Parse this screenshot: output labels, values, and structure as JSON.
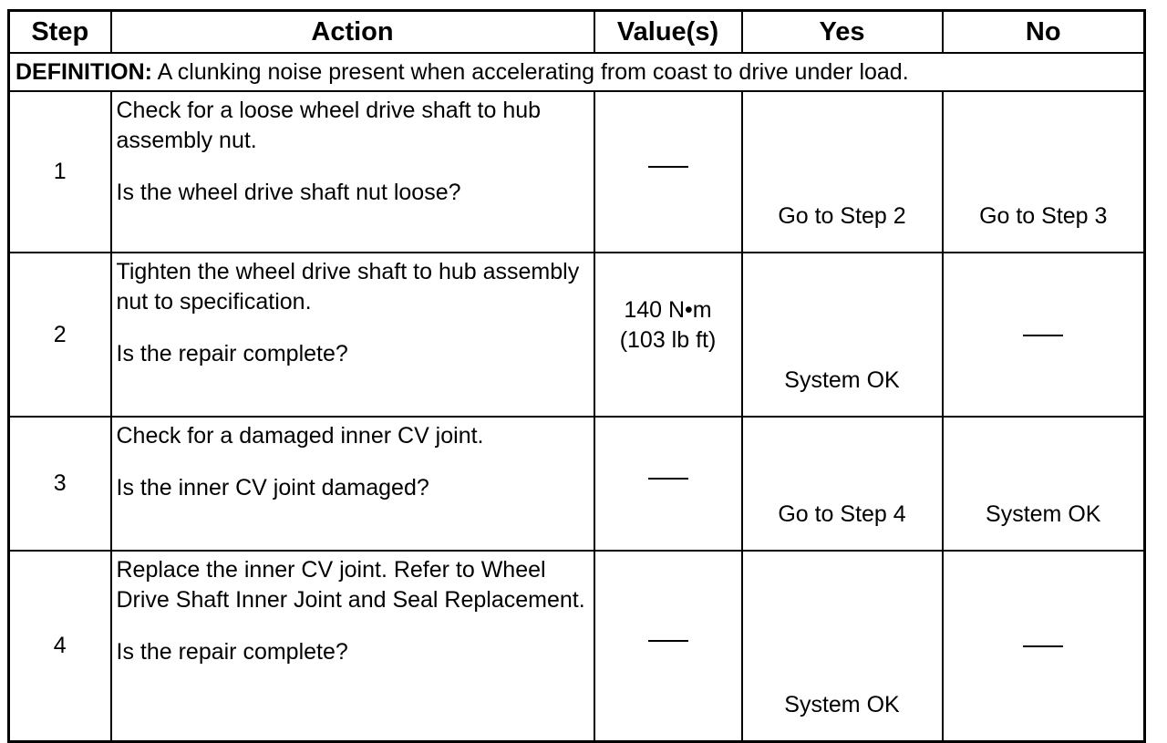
{
  "headers": {
    "step": "Step",
    "action": "Action",
    "values": "Value(s)",
    "yes": "Yes",
    "no": "No"
  },
  "definition": {
    "label": "DEFINITION:",
    "text": " A clunking noise present when accelerating from coast to drive under load."
  },
  "rows": [
    {
      "step": "1",
      "action": "Check for a loose wheel drive shaft to hub assembly nut.",
      "question": "Is the wheel drive shaft nut loose?",
      "value": "",
      "yes": "Go to Step 2",
      "no": "Go to Step 3"
    },
    {
      "step": "2",
      "action": "Tighten the wheel drive shaft to hub assembly nut to specification.",
      "question": "Is the repair complete?",
      "value_line1": "140 N•m",
      "value_line2": "(103 lb ft)",
      "yes": "System OK",
      "no": ""
    },
    {
      "step": "3",
      "action": "Check for a damaged inner CV joint.",
      "question": "Is the inner CV joint damaged?",
      "value": "",
      "yes": "Go to Step 4",
      "no": "System OK"
    },
    {
      "step": "4",
      "action": "Replace the inner CV joint. Refer to Wheel Drive Shaft Inner Joint and Seal Replacement.",
      "question": "Is the repair complete?",
      "value": "",
      "yes": "System OK",
      "no": ""
    }
  ]
}
